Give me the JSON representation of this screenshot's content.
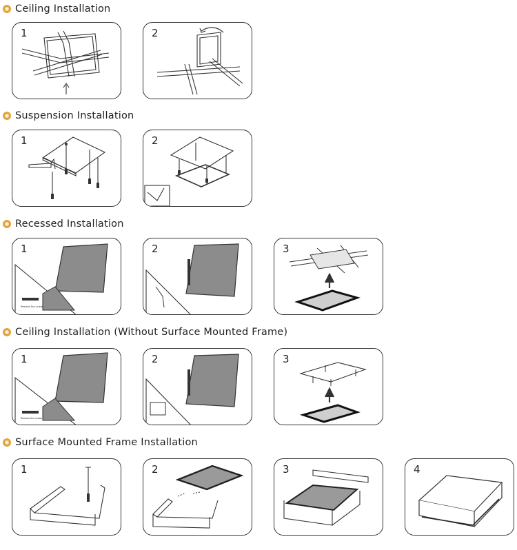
{
  "sections": [
    {
      "title": "Ceiling Installation",
      "steps": [
        "1",
        "2"
      ]
    },
    {
      "title": "Suspension Installation",
      "steps": [
        "1",
        "2"
      ]
    },
    {
      "title": "Recessed Installation",
      "steps": [
        "1",
        "2",
        "3"
      ]
    },
    {
      "title": "Ceiling Installation (Without Surface Mounted Frame)",
      "steps": [
        "1",
        "2",
        "3"
      ]
    },
    {
      "title": "Surface Mounted Frame Installation",
      "steps": [
        "1",
        "2",
        "3",
        "4"
      ]
    }
  ],
  "labels": {
    "remove_screws_a": "Removal four screws",
    "remove_screws_b": "Remove the screws"
  },
  "colors": {
    "bullet": "#e2a53b",
    "panel_fill": "#8c8c8c",
    "line": "#333333"
  }
}
